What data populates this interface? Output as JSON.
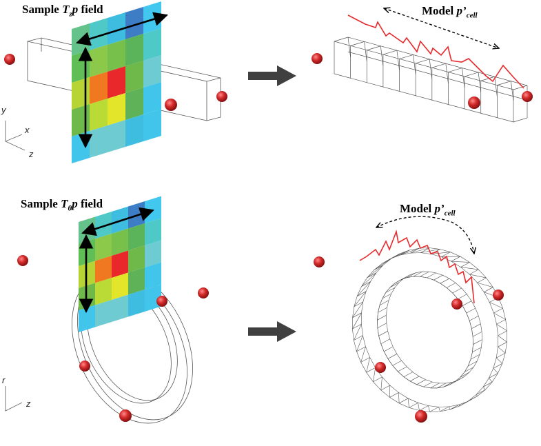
{
  "labels": {
    "top_sample_prefix": "Sample",
    "top_sample_var": "T",
    "top_sample_sub": "z",
    "top_sample_var2": "p",
    "top_sample_suffix": "field",
    "bottom_sample_prefix": "Sample",
    "bottom_sample_var": "T",
    "bottom_sample_sub": "θ",
    "bottom_sample_var2": "p",
    "bottom_sample_suffix": "field",
    "model_prefix": "Model",
    "model_var": "p’",
    "model_sub": "cell"
  },
  "axes": {
    "top": {
      "vertical": "y",
      "horizontal": "x",
      "depth": "z"
    },
    "bottom": {
      "vertical": "r",
      "depth": "z"
    }
  },
  "colors": {
    "probe": "#d42a2a",
    "signal": "#e8282a",
    "arrow": "#404040",
    "mesh": "#666666"
  },
  "heatmap_rows": [
    [
      "#64c28a",
      "#4fc9c7",
      "#3fbde0",
      "#3c7dc6",
      "#42c7ee"
    ],
    [
      "#5fbe55",
      "#8cc94a",
      "#77c04c",
      "#5bb45a",
      "#4fc9c7"
    ],
    [
      "#b7d334",
      "#f07820",
      "#e8282a",
      "#6fb84a",
      "#6ecbd1"
    ],
    [
      "#6fb84a",
      "#bada35",
      "#e2e52a",
      "#5fb257",
      "#41c5ea"
    ],
    [
      "#41c5ea",
      "#6ecbd1",
      "#6ecbd1",
      "#3fbde0",
      "#41c5ea"
    ]
  ]
}
